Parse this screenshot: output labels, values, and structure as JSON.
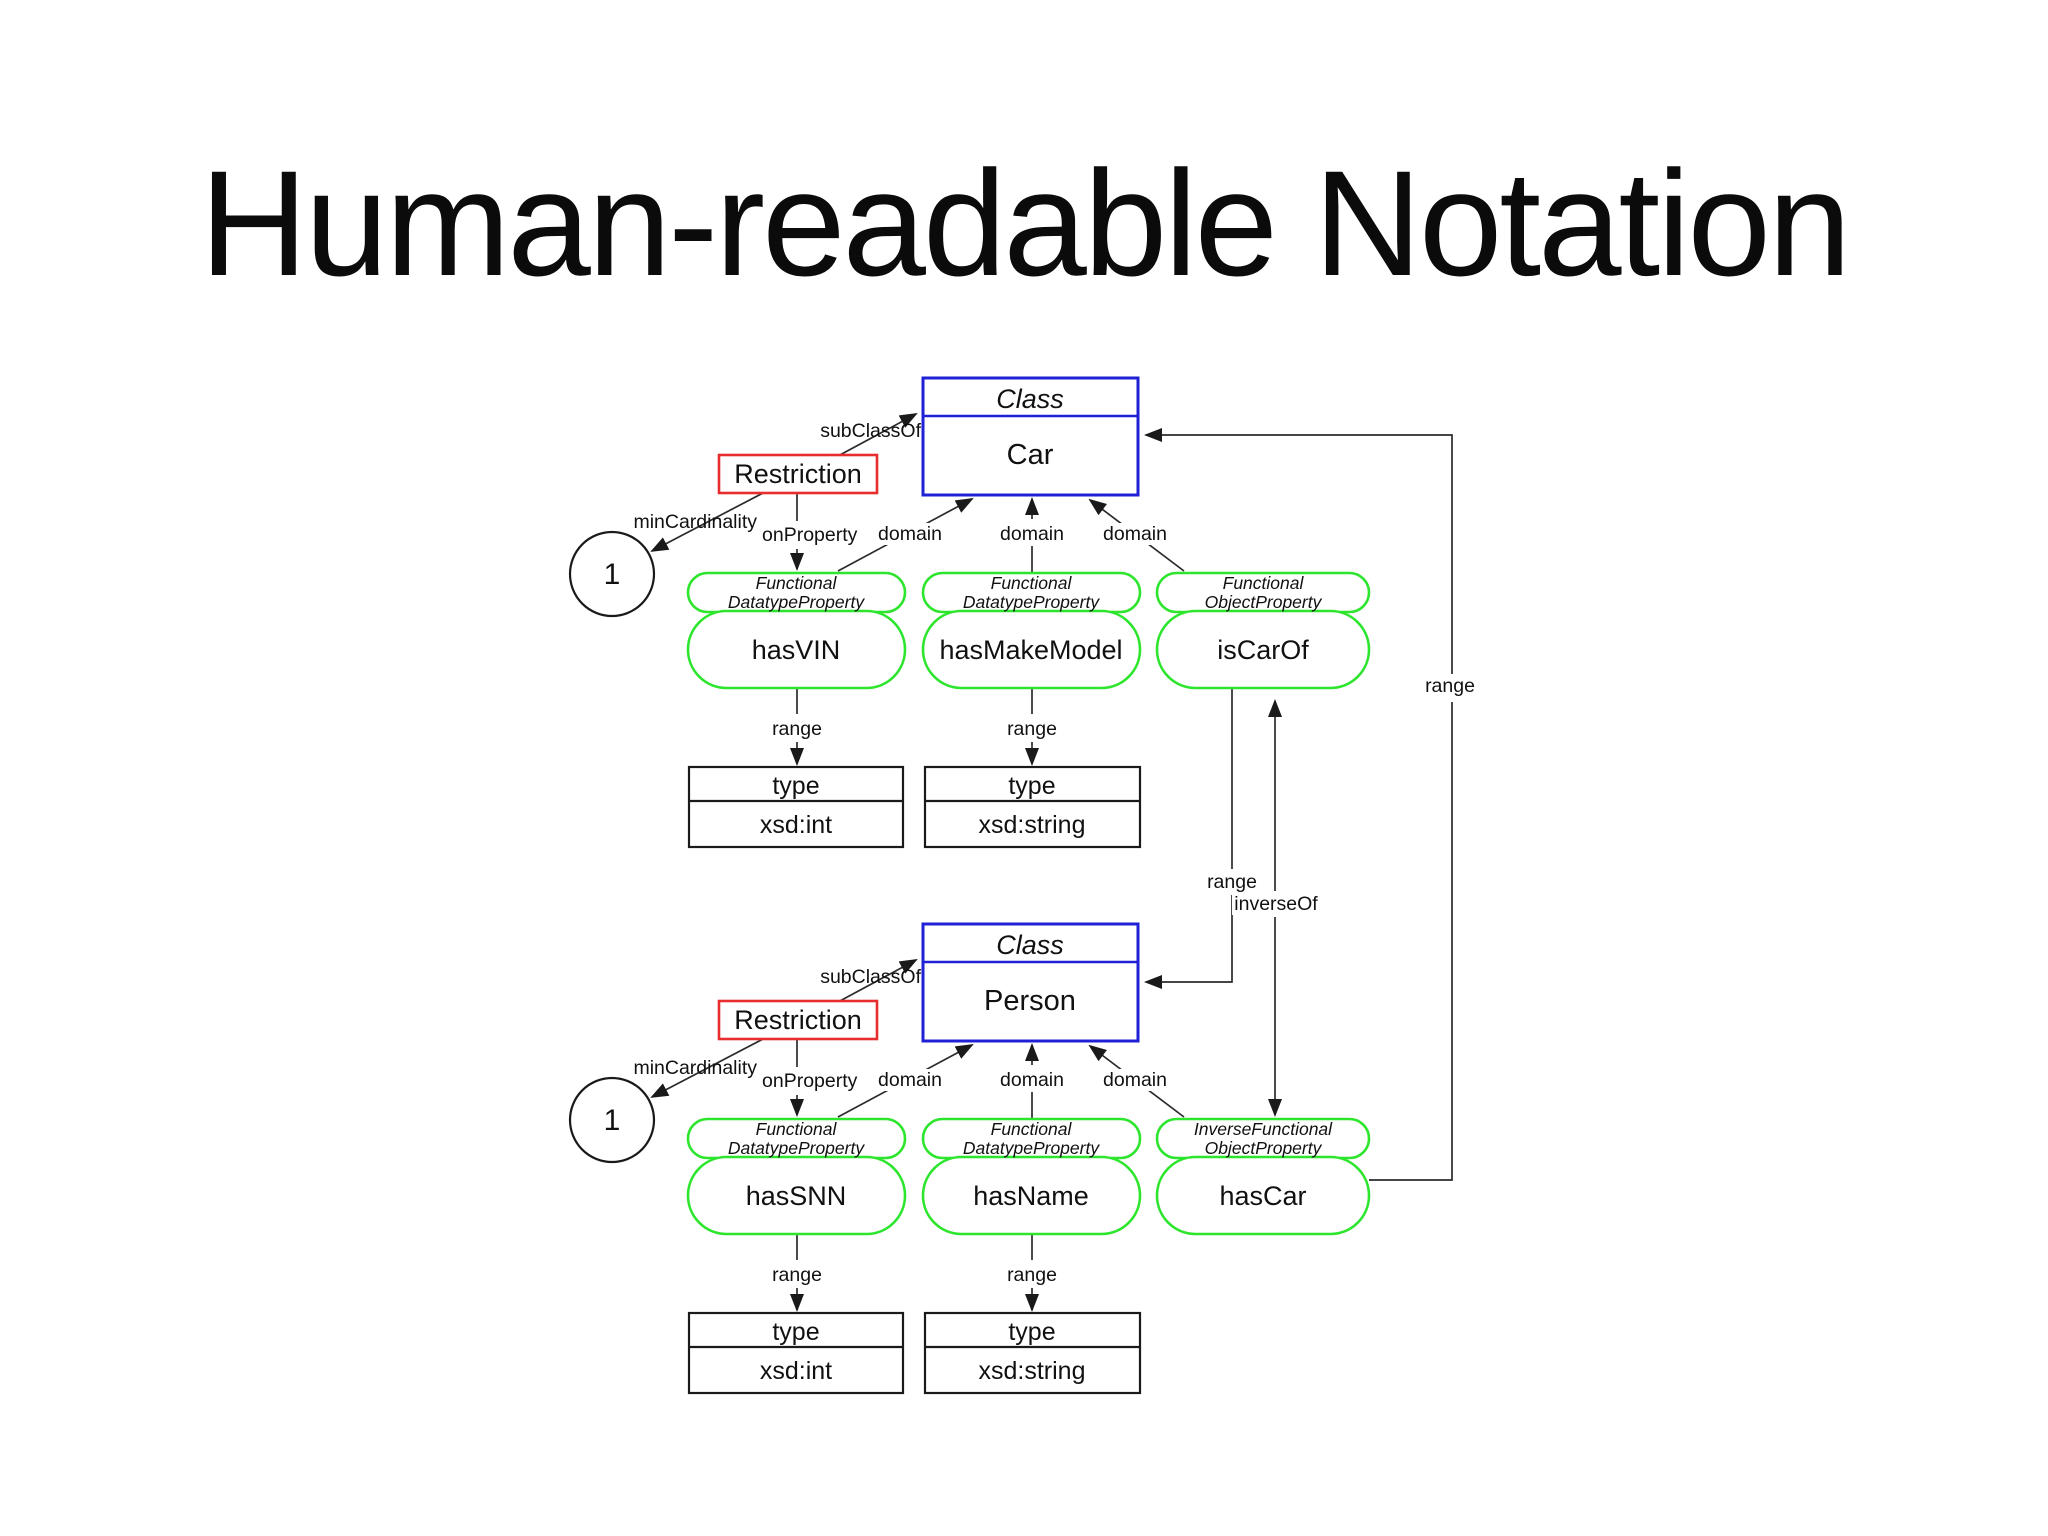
{
  "title": "Human-readable Notation",
  "labels": {
    "class_stereotype": "Class",
    "restriction": "Restriction",
    "subclassof": "subClassOf",
    "mincardinality": "minCardinality",
    "onproperty": "onProperty",
    "domain": "domain",
    "range": "range",
    "inverseof": "inverseOf",
    "type": "type",
    "cardinality_value": "1"
  },
  "colors": {
    "class_border": "#2020d6",
    "restriction_border": "#e62e2e",
    "property_border": "#2ee52e",
    "type_border": "#1a1a1a",
    "edge_line": "#2b2b2b",
    "text": "#111111",
    "background": "#ffffff"
  },
  "car_section": {
    "class_name": "Car",
    "properties": [
      {
        "stereo1": "Functional",
        "stereo2": "DatatypeProperty",
        "name": "hasVIN"
      },
      {
        "stereo1": "Functional",
        "stereo2": "DatatypeProperty",
        "name": "hasMakeModel"
      },
      {
        "stereo1": "Functional",
        "stereo2": "ObjectProperty",
        "name": "isCarOf"
      }
    ],
    "types": [
      {
        "value": "xsd:int"
      },
      {
        "value": "xsd:string"
      }
    ]
  },
  "person_section": {
    "class_name": "Person",
    "properties": [
      {
        "stereo1": "Functional",
        "stereo2": "DatatypeProperty",
        "name": "hasSNN"
      },
      {
        "stereo1": "Functional",
        "stereo2": "DatatypeProperty",
        "name": "hasName"
      },
      {
        "stereo1": "InverseFunctional",
        "stereo2": "ObjectProperty",
        "name": "hasCar"
      }
    ],
    "types": [
      {
        "value": "xsd:int"
      },
      {
        "value": "xsd:string"
      }
    ]
  }
}
